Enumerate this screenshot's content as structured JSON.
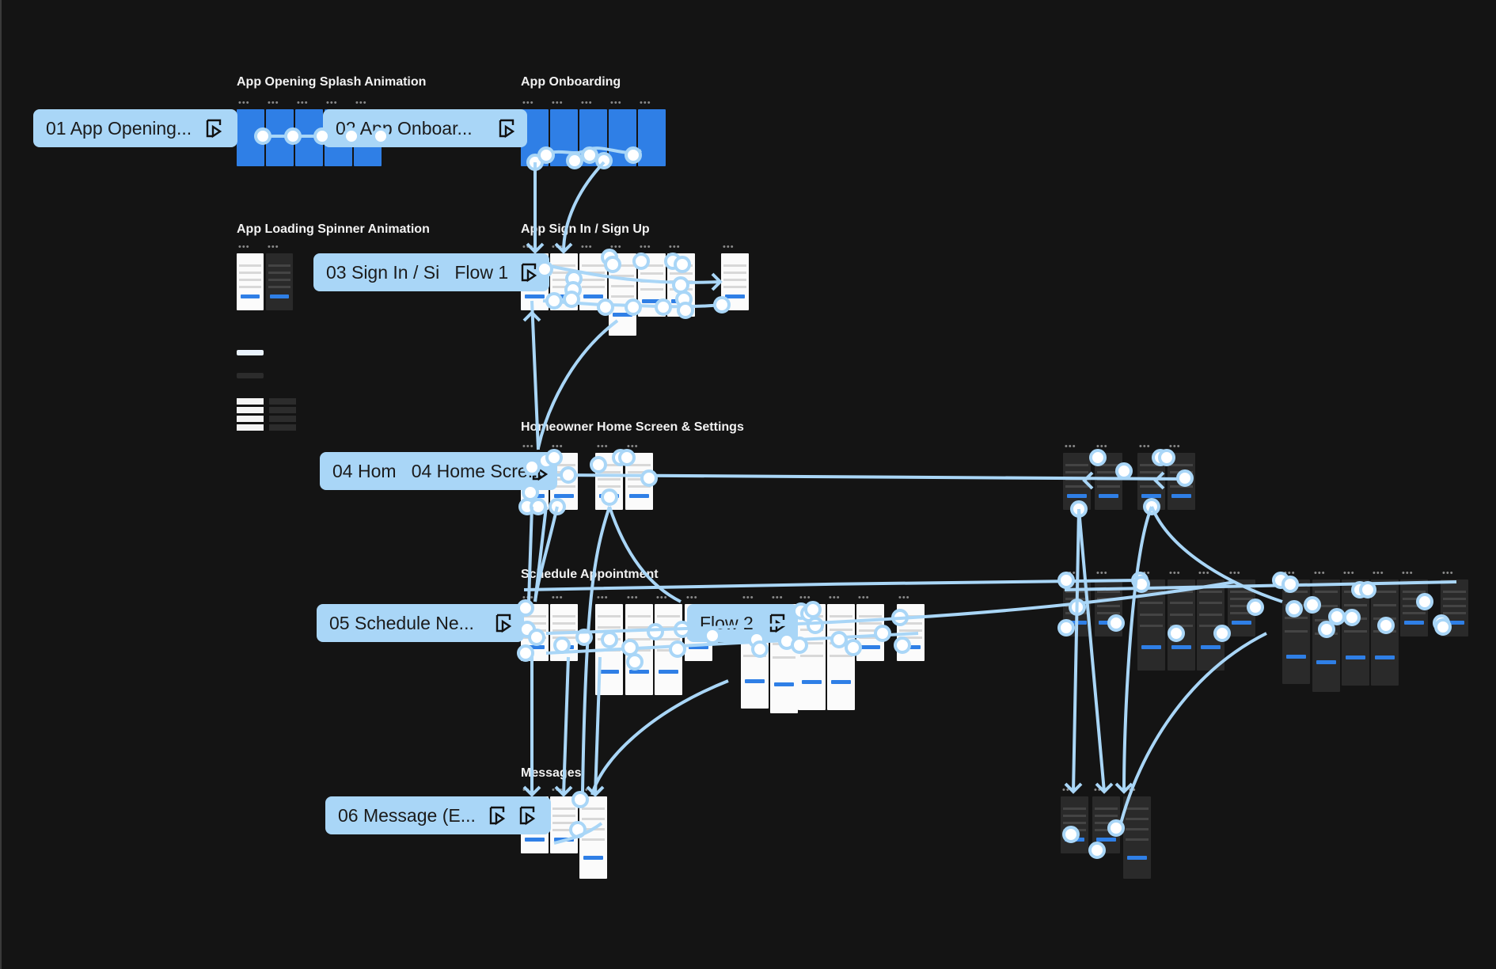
{
  "canvas": {
    "background": "#141414",
    "connector_color": "#a9d6f7"
  },
  "sections": [
    {
      "id": "splash",
      "title": "App Opening Splash Animation"
    },
    {
      "id": "onboarding",
      "title": "App Onboarding"
    },
    {
      "id": "spinner",
      "title": "App Loading Spinner Animation"
    },
    {
      "id": "signin",
      "title": "App Sign In / Sign Up"
    },
    {
      "id": "home",
      "title": "Homeowner Home Screen & Settings"
    },
    {
      "id": "schedule",
      "title": "Schedule Appointment"
    },
    {
      "id": "messages",
      "title": "Messages"
    }
  ],
  "flow_labels": [
    {
      "id": "flow-01",
      "label": "01 App Opening...",
      "play_icons": 1
    },
    {
      "id": "flow-02",
      "label": "02 App Onboar...",
      "play_icons": 1
    },
    {
      "id": "flow-03",
      "label": "03 Sign In / Si   Flow 1",
      "play_icons": 1
    },
    {
      "id": "flow-04",
      "label": "04 Hom   04 Home Scre...",
      "play_icons": 1
    },
    {
      "id": "flow-05",
      "label": "05 Schedule Ne...",
      "play_icons": 1
    },
    {
      "id": "flow-05b",
      "label": "Flow 2",
      "play_icons": 1
    },
    {
      "id": "flow-06",
      "label": "06 Message (E...",
      "play_icons": 2
    }
  ],
  "frame_menu_glyph": "•••",
  "icons": {
    "play": "play-icon",
    "frame_menu": "more-horizontal-icon"
  }
}
